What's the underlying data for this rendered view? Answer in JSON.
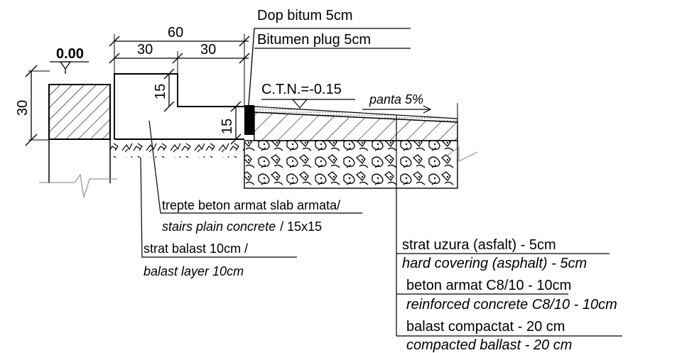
{
  "title_ro": "Dop bitum 5cm",
  "title_en": "Bitumen plug  5cm",
  "level_label": "0.00",
  "dims": {
    "total_width": "60",
    "step_width_1": "30",
    "step_width_2": "30",
    "curb_height": "30",
    "riser_upper": "15",
    "riser_lower": "15"
  },
  "ctn_label": "C.T.N.=-0.15",
  "slope_label": "panta 5%",
  "stairs": {
    "ro": "trepte beton armat slab armata/",
    "en": "stairs plain concrete",
    "size": "/ 15x15"
  },
  "ballast": {
    "ro": "strat balast 10cm /",
    "en": "balast layer 10cm"
  },
  "layers": [
    {
      "ro": "strat uzura (asfalt) - 5cm",
      "en": "hard covering (asphalt) - 5cm"
    },
    {
      "ro": "beton  armat C8/10 - 10cm",
      "en": "reinforced concrete C8/10 - 10cm"
    },
    {
      "ro": "balast compactat - 20 cm",
      "en": "compacted ballast - 20 cm"
    }
  ]
}
